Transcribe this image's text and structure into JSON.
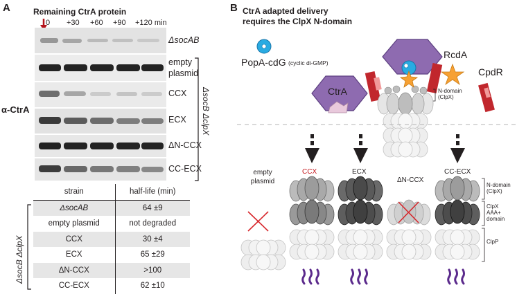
{
  "panel_a": {
    "letter": "A",
    "title": "Remaining CtrA protein",
    "timepoints": [
      "0",
      "+30",
      "+60",
      "+90",
      "+120 min"
    ],
    "antibody_label": "α-CtrA",
    "gel_rows": [
      "ΔsocAB",
      "empty plasmid",
      "CCX",
      "ECX",
      "ΔN-CCX",
      "CC-ECX"
    ],
    "bracket_label": "ΔsocB ΔclpX",
    "table": {
      "headers": [
        "strain",
        "half-life (min)"
      ],
      "rows": [
        [
          "ΔsocAB",
          "64 ±9"
        ],
        [
          "empty plasmid",
          "not degraded"
        ],
        [
          "CCX",
          "30 ±4"
        ],
        [
          "ECX",
          "65 ±29"
        ],
        [
          "ΔN-CCX",
          ">100"
        ],
        [
          "CC-ECX",
          "62 ±10"
        ]
      ]
    }
  },
  "panel_b": {
    "letter": "B",
    "title_line1": "CtrA adapted delivery",
    "title_line2": "requires the ClpX N-domain",
    "popa_label": "PopA-cdG",
    "popa_sub": "(cyclic di-GMP)",
    "ctra_label": "CtrA",
    "rcda_label": "RcdA",
    "cpdr_label": "CpdR",
    "ndomain_label_1": "N-domain",
    "ndomain_label_2": "(ClpX)",
    "variants": [
      "empty plasmid",
      "CCX",
      "ECX",
      "ΔN-CCX",
      "CC-ECX"
    ],
    "variant_highlight_color": "#c4161c",
    "right_labels": {
      "n_domain": [
        "N-domain",
        "(ClpX)"
      ],
      "clpx": [
        "ClpX",
        "AAA+",
        "domain"
      ],
      "clpp": "ClpP"
    },
    "colors": {
      "ctra_fill": "#8e6bb0",
      "popa_fill": "#29abe2",
      "rcda_fill": "#f7a133",
      "cpdr_fill": "#c1272d",
      "peptide": "#5b2a8c",
      "cross": "#d7262b"
    }
  }
}
